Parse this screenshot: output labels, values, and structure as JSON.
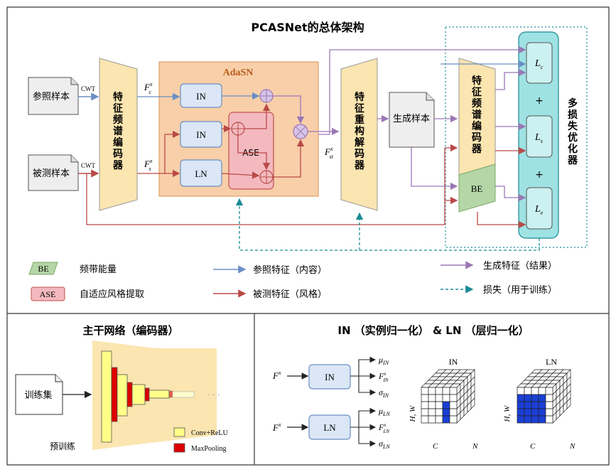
{
  "main": {
    "title": "PCASNet的总体架构",
    "ref_sample": "参照样本",
    "test_sample": "被测样本",
    "cwt_top": "CWT",
    "cwt_bottom": "CWT",
    "encoder": "特征频谱编码器",
    "adasn": "AdaSN",
    "in_label": "IN",
    "in2_label": "IN",
    "ln_label": "LN",
    "ase": "ASE",
    "fcx": "F",
    "fsx": "F",
    "fstx": "F",
    "decoder": "特征重构解码器",
    "generated": "生成样本",
    "encoder2": "特征频谱编码器",
    "be": "BE",
    "loss_c": "L",
    "loss_s": "L",
    "loss_e": "L",
    "plus1": "+",
    "plus2": "+",
    "optimizer": "多损失优化器"
  },
  "legend": {
    "be_tag": "BE",
    "be_text": "频带能量",
    "ase_tag": "ASE",
    "ase_text": "自适应风格提取",
    "ref_feat": "参照特征（内容）",
    "test_feat": "被测特征（风格）",
    "gen_feat": "生成特征（结果）",
    "loss": "损失（用于训练）"
  },
  "backbone": {
    "title": "主干网络（编码器）",
    "trainset": "训练集",
    "pretrain": "预训练",
    "dots": "· · ·",
    "conv": "Conv+ReLU",
    "maxpool": "MaxPooling"
  },
  "norm": {
    "title": "IN （实例归一化） & LN （层归一化）",
    "in_box": "IN",
    "ln_box": "LN",
    "fx_top": "F",
    "fx_bottom": "F",
    "mu_in": "μ",
    "f_in": "F",
    "sigma_in": "σ",
    "mu_ln": "μ",
    "f_ln": "F",
    "sigma_ln": "σ",
    "cube1_title": "IN",
    "cube2_title": "LN",
    "hw1": "H, W",
    "hw2": "H, W",
    "c1": "C",
    "n1": "N",
    "c2": "C",
    "n2": "N"
  },
  "colors": {
    "ref_blue": "#6a8fc4",
    "test_red": "#b94a48",
    "gen_purple": "#9a77b6",
    "loss_teal": "#1a8a96",
    "encoder_yellow": "#fbe5b0",
    "adasn_orange": "#f8cfa9",
    "ase_pink": "#f3b9be",
    "be_green": "#b5d6a7",
    "loss_cyan": "#9fe2e3",
    "cube_blue": "#1a3fd6"
  }
}
